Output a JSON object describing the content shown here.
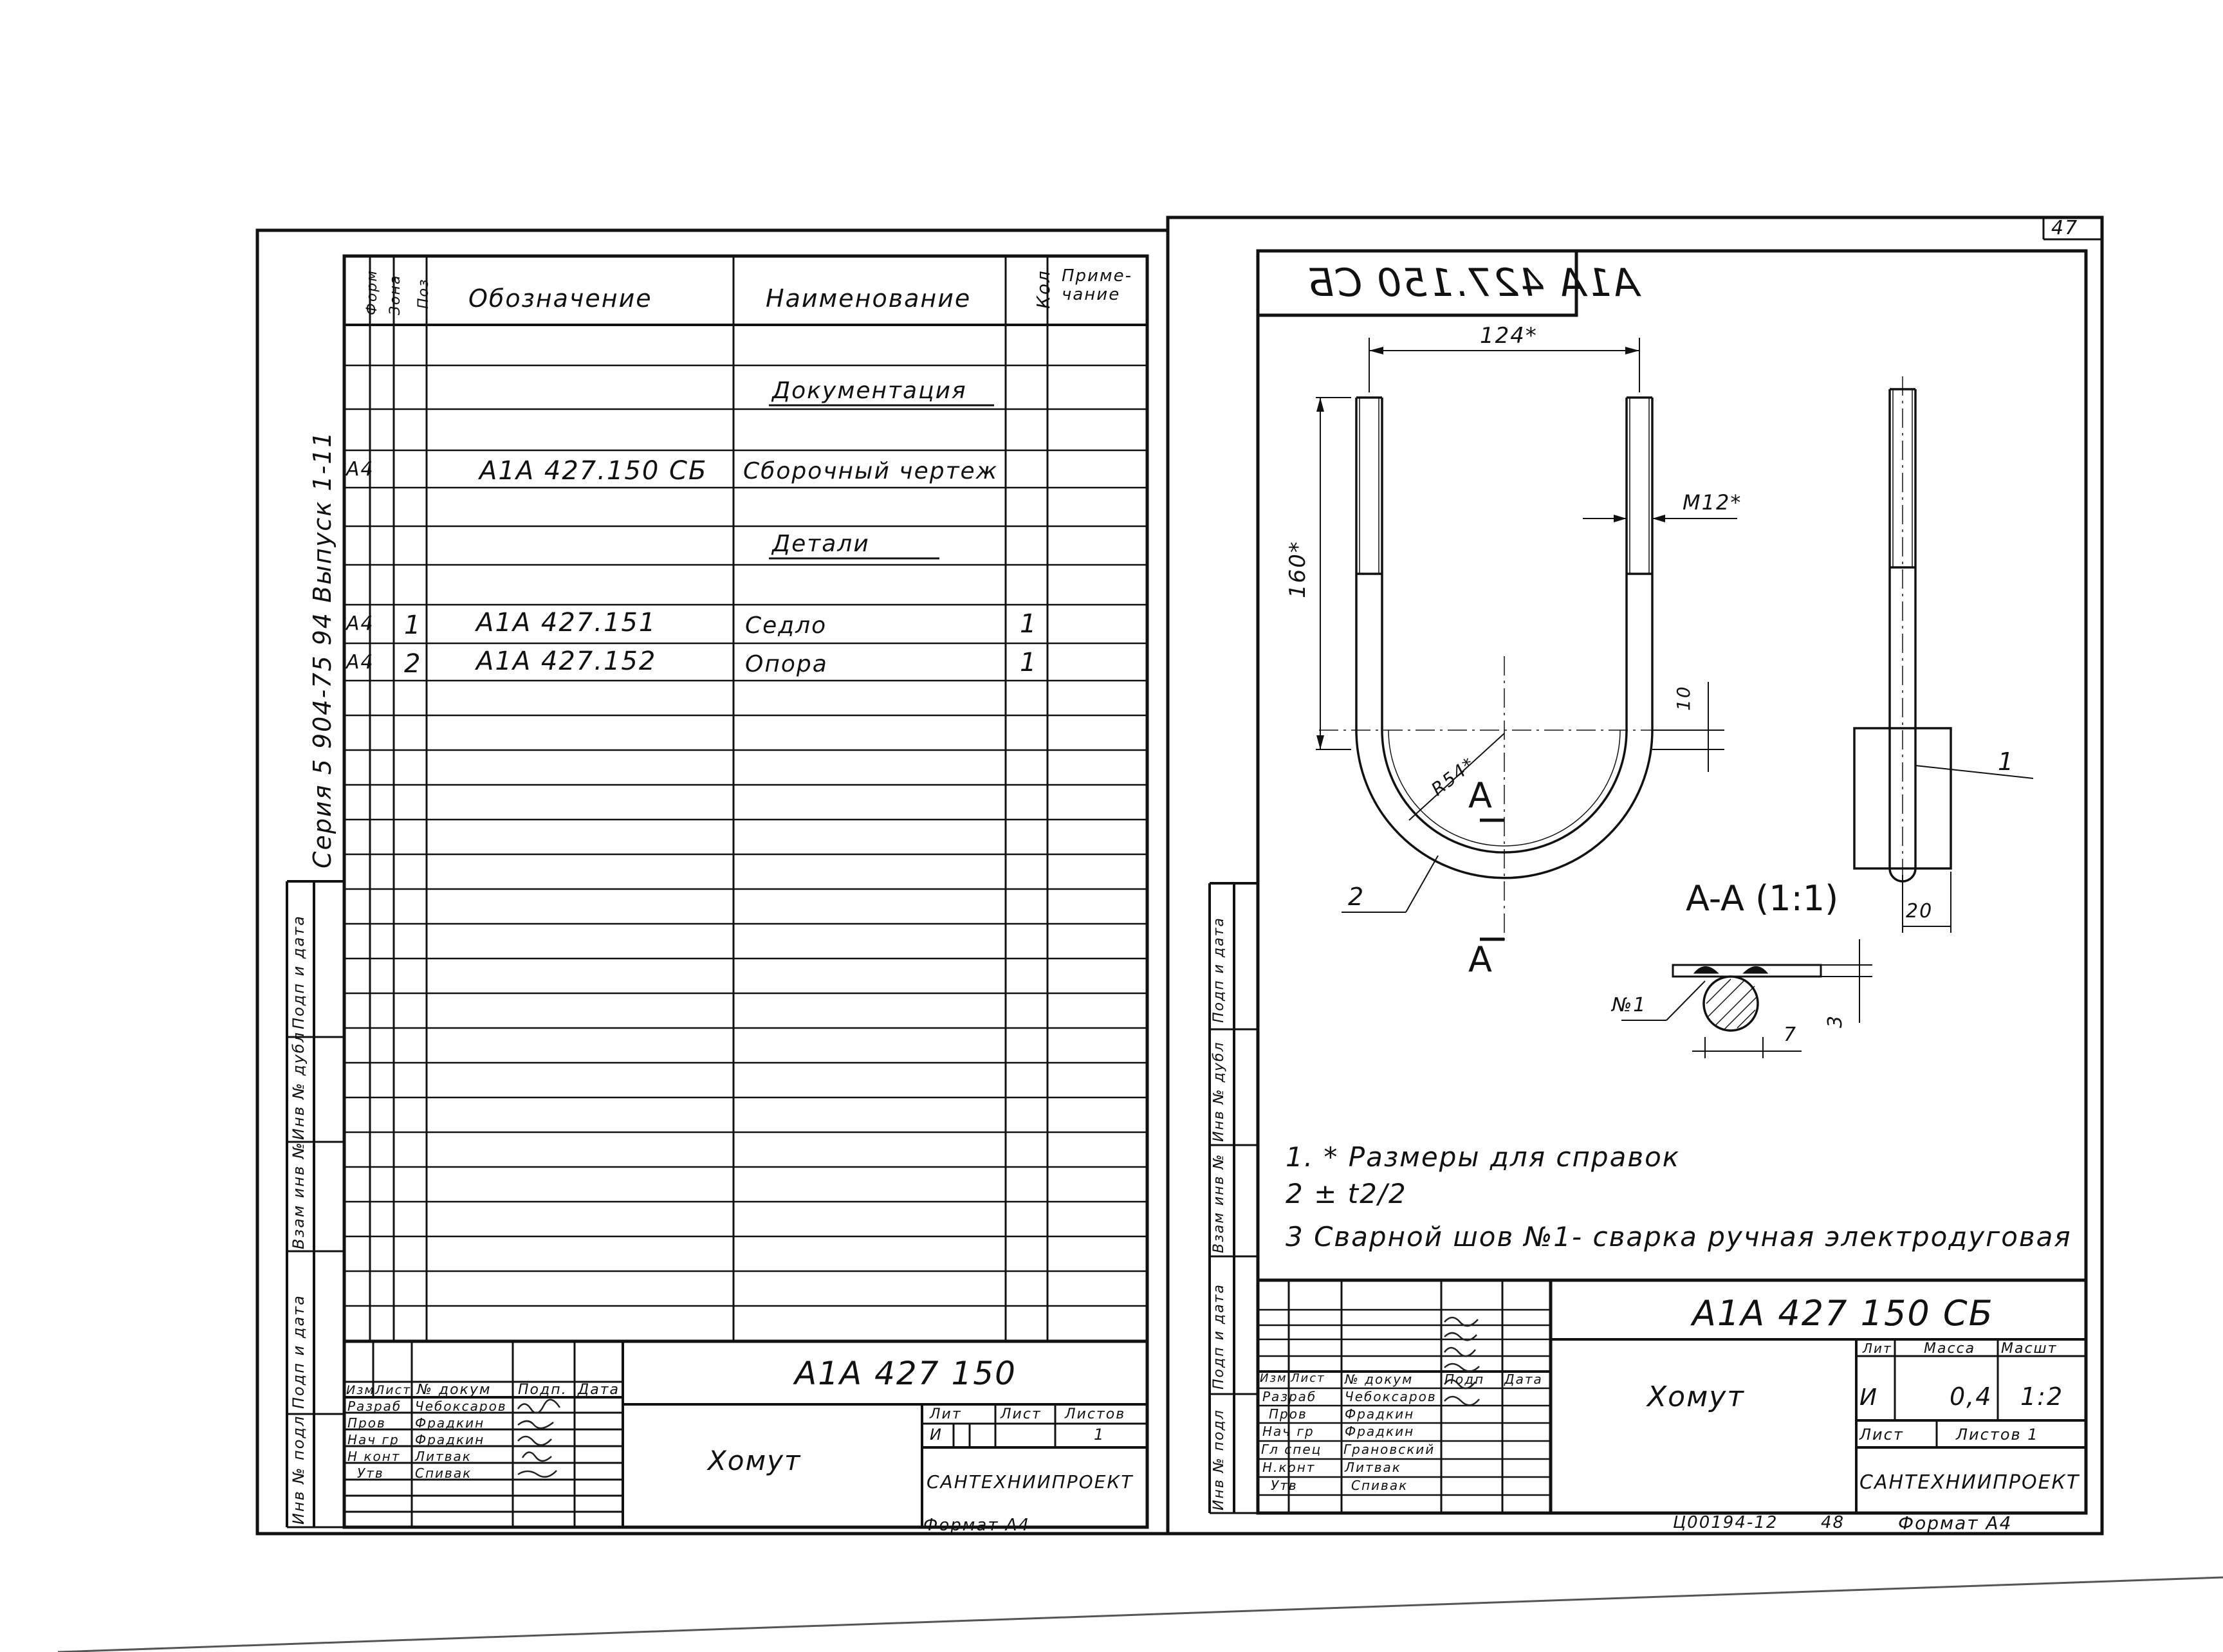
{
  "page_number": "47",
  "left_sheet": {
    "vertical_side_text": "Серия  5 904-75 94   Выпуск  1-11",
    "spec_headers": {
      "format": "Форм",
      "zone": "Зона",
      "pos": "Поз",
      "designation": "Обозначение",
      "name": "Наименование",
      "qty": "Кол",
      "note": "Приме-\nчание"
    },
    "spec_rows": [
      {
        "format": "",
        "pos": "",
        "designation": "",
        "name": "Документация",
        "qty": ""
      },
      {
        "format": "A4",
        "pos": "",
        "designation": "A1A 427.150 СБ",
        "name": "Сборочный чертеж",
        "qty": ""
      },
      {
        "format": "",
        "pos": "",
        "designation": "",
        "name": "Детали",
        "qty": ""
      },
      {
        "format": "A4",
        "pos": "1",
        "designation": "A1A 427.151",
        "name": "Седло",
        "qty": "1"
      },
      {
        "format": "A4",
        "pos": "2",
        "designation": "A1A 427.152",
        "name": "Опора",
        "qty": "1"
      }
    ],
    "side_stamp": [
      "Подп и дата",
      "Инв № дубл",
      "Взам инв №",
      "Подп и дата",
      "Инв № подл"
    ],
    "title_block": {
      "doc_number": "A1A 427 150",
      "name": "Хомут",
      "org": "САНТЕХНИИПРОЕКТ",
      "header_cells": [
        "Изм",
        "Лист",
        "№ докум",
        "Подп.",
        "Дата"
      ],
      "roles": [
        {
          "role": "Разраб",
          "person": "Чебоксаров"
        },
        {
          "role": "Пров",
          "person": "Фрадкин"
        },
        {
          "role": "Нач гр",
          "person": "Фрадкин"
        },
        {
          "role": "Н конт",
          "person": "Литвак"
        },
        {
          "role": "Утв",
          "person": "Спивак"
        }
      ],
      "lit_label": "Лит",
      "sheet_label": "Лист",
      "sheets_label": "Листов",
      "lit_value": "И",
      "sheets_value": "1"
    },
    "format_label": "Формат A4"
  },
  "right_sheet": {
    "mirrored_code": "A1A 427.150 СБ",
    "dimensions": {
      "width": "124*",
      "height": "160*",
      "thread": "M12*",
      "radius": "R54*",
      "offset": "10",
      "plate_width": "20",
      "weld_leg": "3",
      "weld_len": "7"
    },
    "labels": {
      "part1": "1",
      "part2": "2",
      "section_mark": "A",
      "section_title": "A-A (1:1)",
      "weld": "№1"
    },
    "notes": [
      "1. * Размеры для справок",
      "2  ± t2/2",
      "3  Сварной шов №1- сварка  ручная электродуговая"
    ],
    "side_stamp": [
      "Подп и дата",
      "Инв № дубл",
      "Взам инв №",
      "Подп и дата",
      "Инв № подл"
    ],
    "title_block": {
      "doc_number": "A1A 427 150 СБ",
      "name": "Хомут",
      "org": "САНТЕХНИИПРОЕКТ",
      "lit_label": "Лит",
      "mass_label": "Масса",
      "scale_label": "Масшт",
      "lit_value": "И",
      "mass_value": "0,4",
      "scale_value": "1:2",
      "sheet_label": "Лист",
      "sheets_label": "Листов 1",
      "header_cells": [
        "Изм",
        "Лист",
        "№ докум",
        "Подп",
        "Дата"
      ],
      "roles": [
        {
          "role": "Разраб",
          "person": "Чебоксаров"
        },
        {
          "role": "Пров",
          "person": "Фрадкин"
        },
        {
          "role": "Нач гр",
          "person": "Фрадкин"
        },
        {
          "role": "Гл спец",
          "person": "Грановский"
        },
        {
          "role": "Н.конт",
          "person": "Литвак"
        },
        {
          "role": "Утв",
          "person": "Спивак"
        }
      ]
    },
    "footer_code": "Ц00194-12",
    "footer_num": "48",
    "format_label": "Формат A4"
  }
}
